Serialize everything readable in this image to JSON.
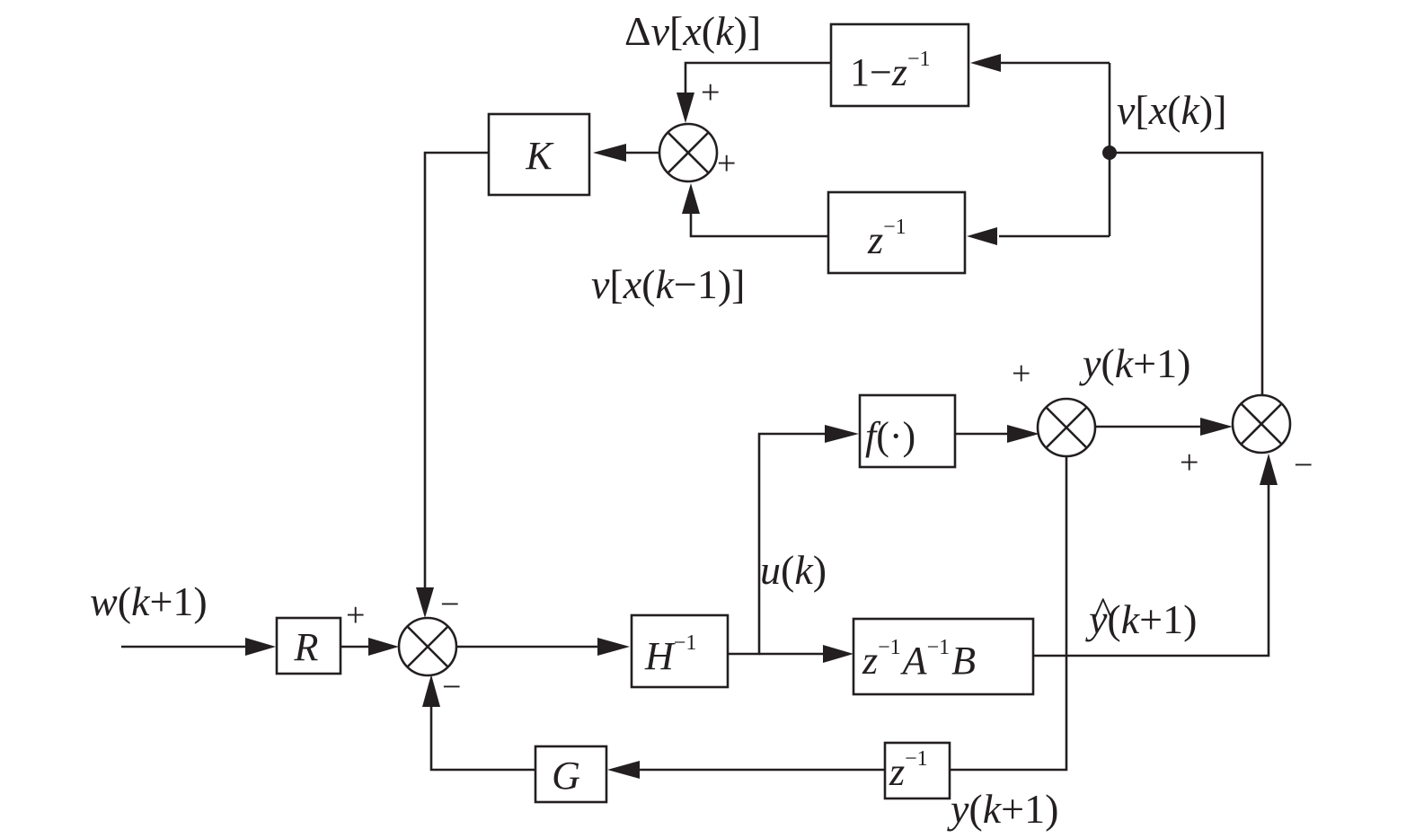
{
  "colors": {
    "line": "#231f20",
    "background": "#ffffff"
  },
  "blocks": {
    "diff": {
      "a": "1−",
      "b": "z",
      "sup": "−1"
    },
    "K": "K",
    "delay_top": {
      "b": "z",
      "sup": "−1"
    },
    "f": {
      "a": "f",
      "b": "(·)"
    },
    "R": "R",
    "Hinv": {
      "b": "H",
      "sup": "−1"
    },
    "model": {
      "z": "z",
      "zsup": "−1",
      "A": "A",
      "Asup": "−1",
      "B": "B"
    },
    "G": "G",
    "delay_bottom": {
      "b": "z",
      "sup": "−1"
    }
  },
  "labels": {
    "delta_v": {
      "pre": "Δ",
      "v": "v",
      "x": "x",
      "k": "k",
      "o1": "[",
      "o2": "(",
      "c": ")]"
    },
    "v_xk": {
      "v": "v",
      "x": "x",
      "k": "k",
      "o1": "[",
      "o2": "(",
      "c": ")]"
    },
    "v_xk1": {
      "v": "v",
      "x": "x",
      "k": "k",
      "o1": "[",
      "o2": "(",
      "mid": "−1)]"
    },
    "y_top": {
      "y": "y",
      "k": "k",
      "o": "(",
      "c": "+1)"
    },
    "u_k": {
      "u": "u",
      "k": "k",
      "o": "(",
      "c": ")"
    },
    "w": {
      "w": "w",
      "k": "k",
      "o": "(",
      "c": "+1)"
    },
    "yhat": {
      "hat": "^",
      "y": "y",
      "k": "k",
      "o": "(",
      "c": "+1)"
    },
    "y_bottom": {
      "y": "y",
      "k": "k",
      "o": "(",
      "c": "+1)"
    }
  },
  "signs": {
    "s1_top": "+",
    "s1_right": "+",
    "s2_left": "+",
    "s2_top": "−",
    "s2_bottom": "−",
    "s3_top": "+",
    "s4_left": "+",
    "s4_right": "−"
  }
}
